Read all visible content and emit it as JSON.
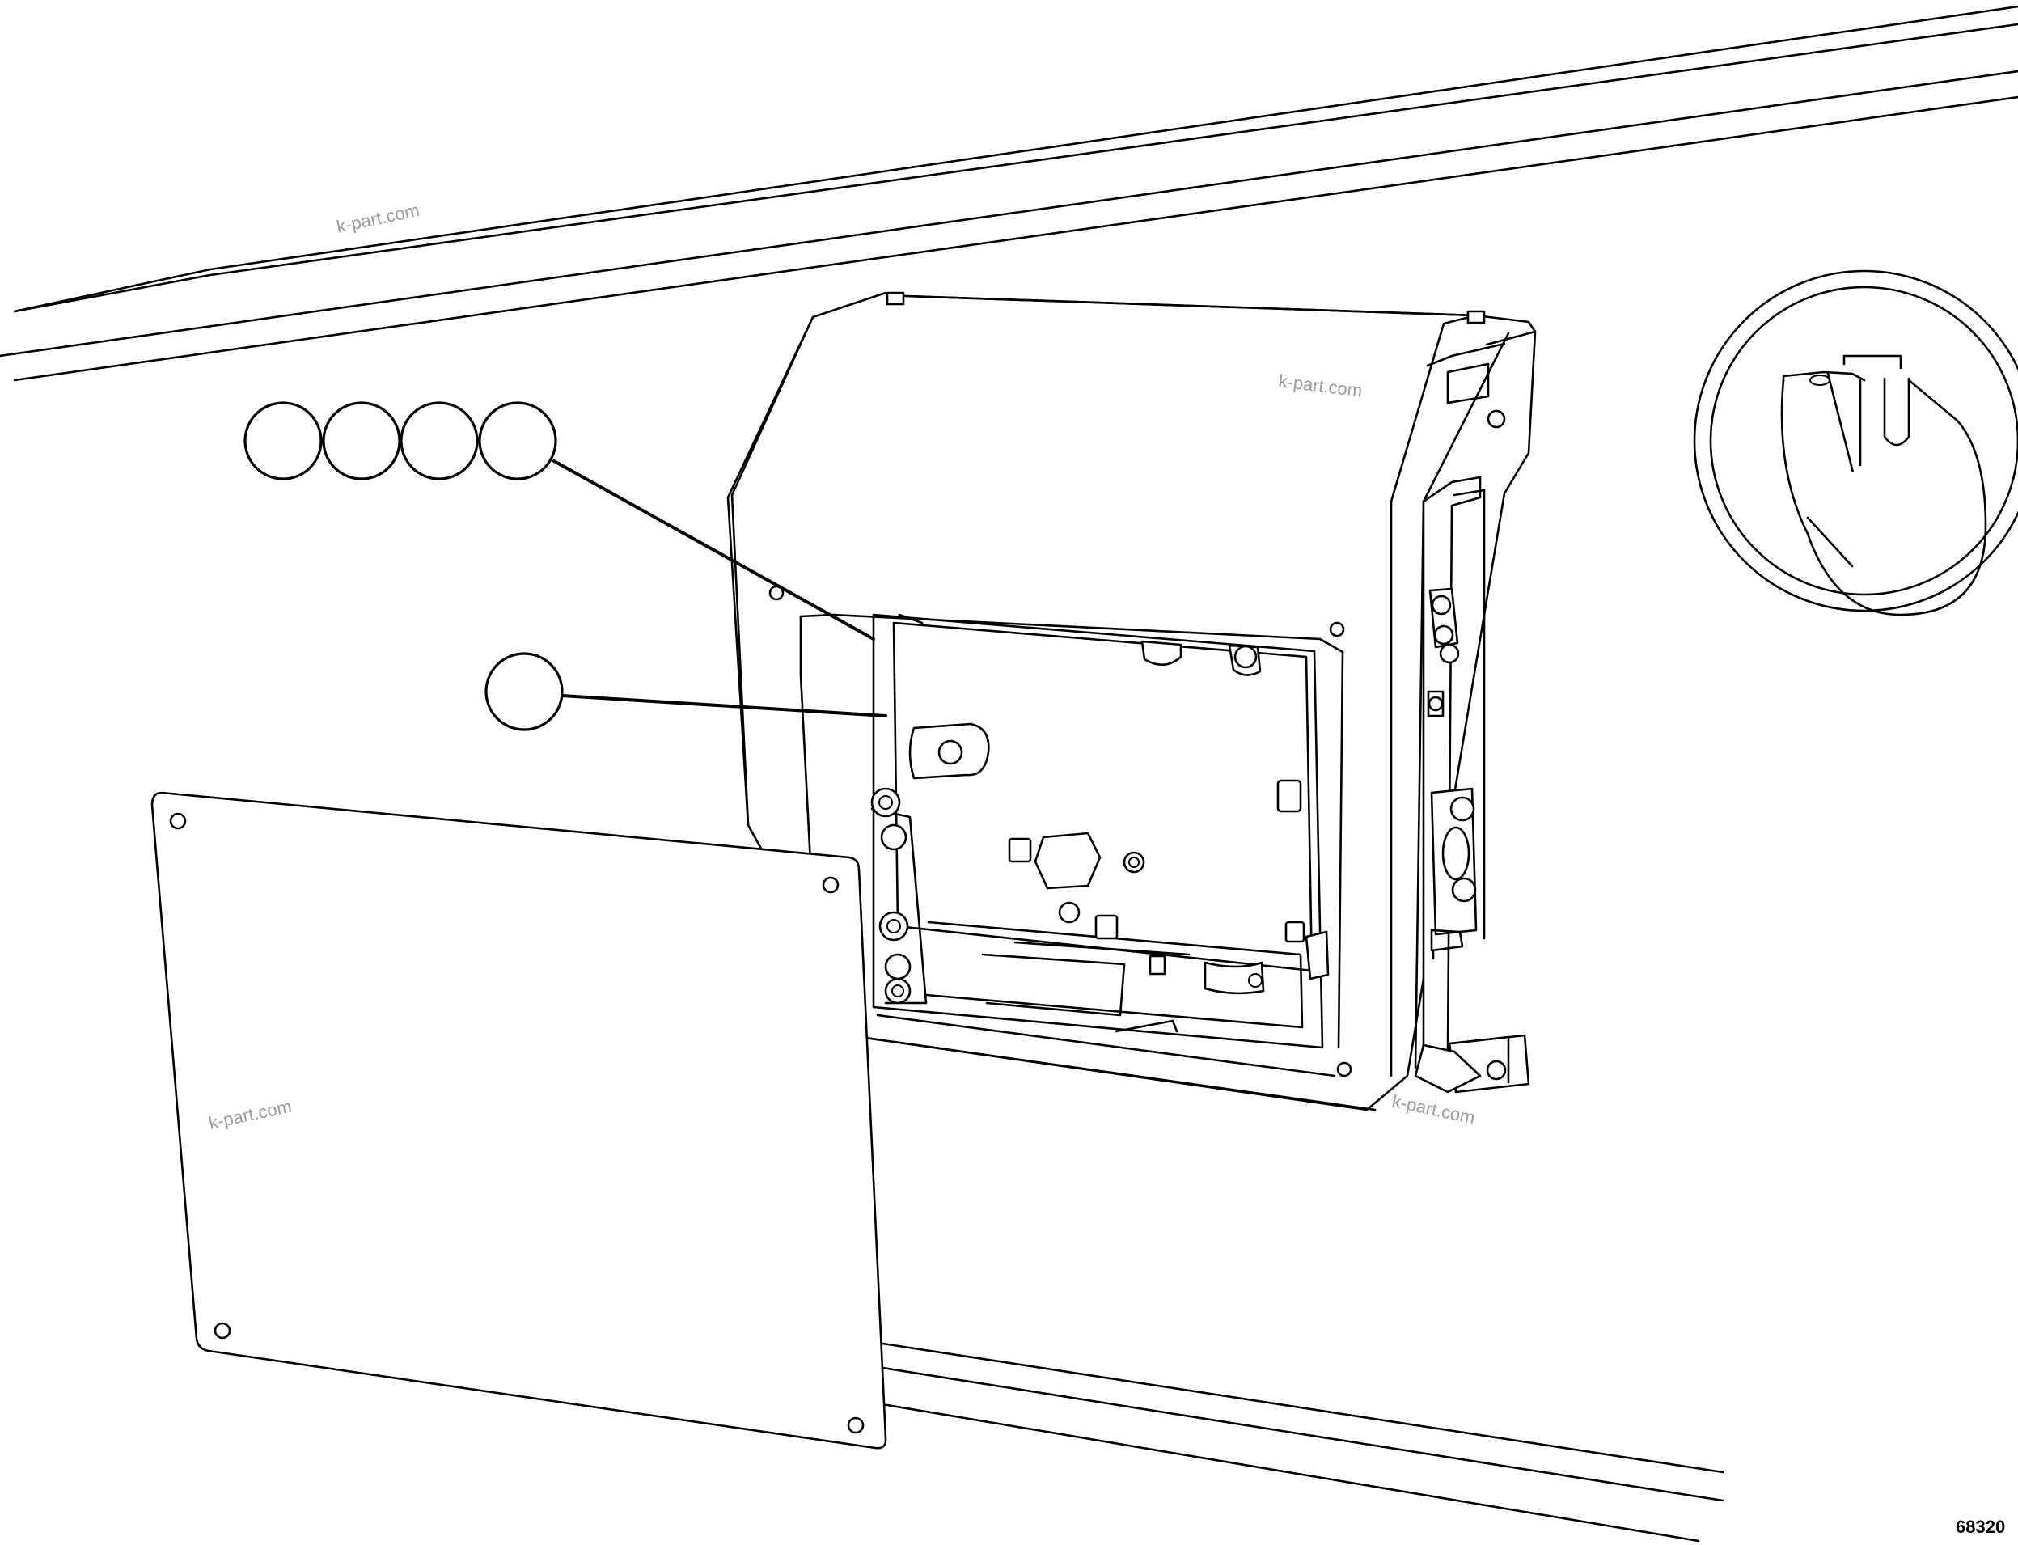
{
  "watermark": "k-part.com",
  "figure_number": "68320",
  "callouts": [
    {
      "id": "callout-1",
      "label": ""
    },
    {
      "id": "callout-2",
      "label": ""
    },
    {
      "id": "callout-3",
      "label": ""
    },
    {
      "id": "callout-4",
      "label": ""
    },
    {
      "id": "callout-5",
      "label": ""
    }
  ]
}
